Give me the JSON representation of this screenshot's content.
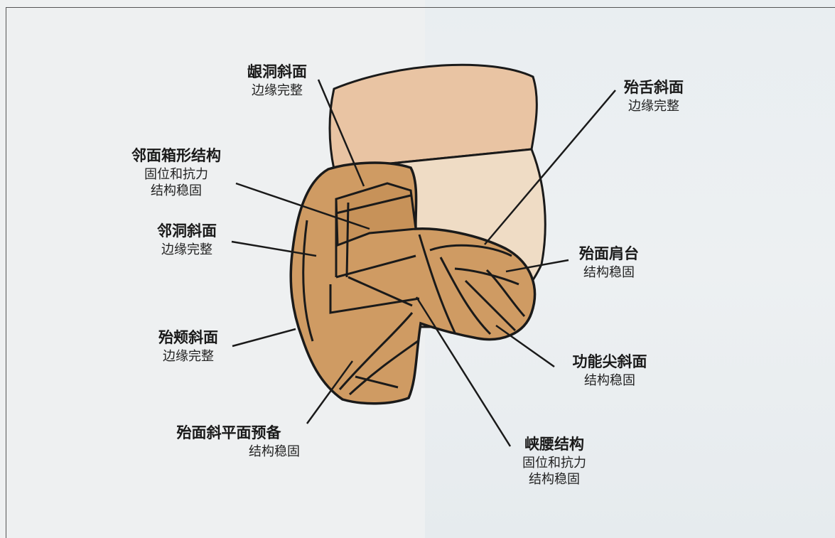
{
  "labels": [
    {
      "id": "gingival-bevel",
      "title": "龈洞斜面",
      "sub": [
        "边缘完整"
      ]
    },
    {
      "id": "proximal-box",
      "title": "邻面箱形结构",
      "sub": [
        "固位和抗力",
        "结构稳固"
      ]
    },
    {
      "id": "proximal-bevel",
      "title": "邻洞斜面",
      "sub": [
        "边缘完整"
      ]
    },
    {
      "id": "occlusobuccal-bevel",
      "title": "殆颊斜面",
      "sub": [
        "边缘完整"
      ]
    },
    {
      "id": "occlusal-bevel-prep",
      "title": "殆面斜平面预备",
      "sub": [
        "结构稳固"
      ]
    },
    {
      "id": "occlusolingual-bevel",
      "title": "殆舌斜面",
      "sub": [
        "边缘完整"
      ]
    },
    {
      "id": "occlusal-shoulder",
      "title": "殆面肩台",
      "sub": [
        "结构稳固"
      ]
    },
    {
      "id": "functional-cusp-bevel",
      "title": "功能尖斜面",
      "sub": [
        "结构稳固"
      ]
    },
    {
      "id": "isthmus",
      "title": "峡腰结构",
      "sub": [
        "固位和抗力",
        "结构稳固"
      ]
    }
  ],
  "colors": {
    "gingiva": "#e9c4a3",
    "root": "#efdcc5",
    "prep": "#cf9b63",
    "outline": "#1a1a1a"
  }
}
